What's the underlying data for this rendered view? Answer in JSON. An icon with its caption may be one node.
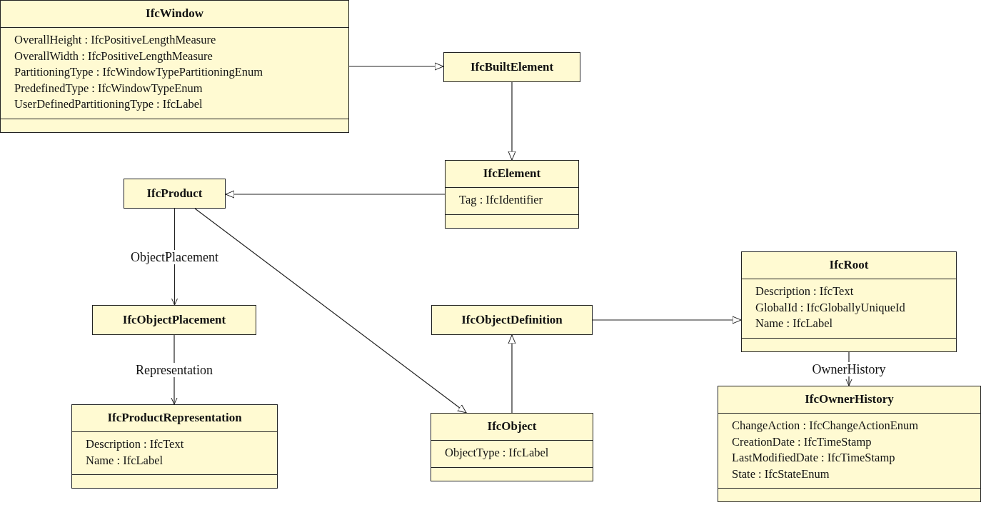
{
  "diagram": {
    "nodes": [
      {
        "text": [
          "IfcWindow",
          "OverallHeight : IfcPositiveLengthMeasure",
          "OverallWidth : IfcPositiveLengthMeasure",
          "PartitioningType : IfcWindowTypePartitioningEnum",
          "PredefinedType : IfcWindowTypeEnum",
          "UserDefinedPartitioningType : IfcLabel"
        ]
      },
      {
        "text": [
          "IfcBuiltElement"
        ]
      },
      {
        "text": [
          "IfcElement",
          "Tag : IfcIdentifier"
        ]
      },
      {
        "text": [
          "IfcProduct"
        ]
      },
      {
        "text": [
          "IfcObjectPlacement"
        ]
      },
      {
        "text": [
          "IfcProductRepresentation",
          "Description : IfcText",
          "Name : IfcLabel"
        ]
      },
      {
        "text": [
          "IfcObjectDefinition"
        ]
      },
      {
        "text": [
          "IfcObject",
          "ObjectType : IfcLabel"
        ]
      },
      {
        "text": [
          "IfcRoot",
          "Description : IfcText",
          "GlobalId : IfcGloballyUniqueId",
          "Name : IfcLabel"
        ]
      },
      {
        "text": [
          "IfcOwnerHistory",
          "ChangeAction : IfcChangeActionEnum",
          "CreationDate : IfcTimeStamp",
          "LastModifiedDate : IfcTimeStamp",
          "State : IfcStateEnum"
        ]
      }
    ],
    "edges": [
      {
        "from": 0,
        "to": 1,
        "arrow": "to"
      },
      {
        "from": 1,
        "to": 2,
        "arrow": "to"
      },
      {
        "from": 2,
        "to": 3,
        "arrow": "to"
      },
      {
        "from": 3,
        "to": 4,
        "arrow": "to",
        "label": "ObjectPlacement"
      },
      {
        "from": 4,
        "to": 5,
        "arrow": "to",
        "label": "Representation"
      },
      {
        "from": 3,
        "to": 7,
        "arrow": "to"
      },
      {
        "from": 7,
        "to": 6,
        "arrow": "to"
      },
      {
        "from": 6,
        "to": 8,
        "arrow": "to"
      },
      {
        "from": 8,
        "to": 9,
        "arrow": "to",
        "label": "OwnerHistory"
      }
    ]
  }
}
